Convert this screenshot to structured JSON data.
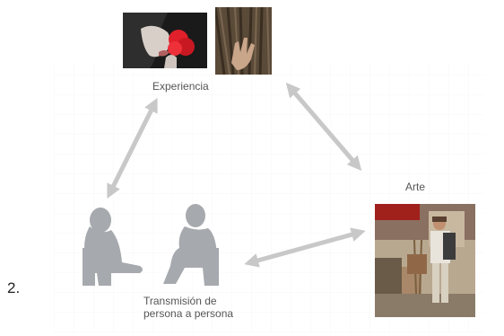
{
  "slide_number": "2.",
  "nodes": {
    "experiencia": {
      "label": "Experiencia"
    },
    "arte": {
      "label": "Arte"
    },
    "transmision": {
      "label_line1": "Transmisión de",
      "label_line2": "persona a persona"
    }
  },
  "colors": {
    "arrow": "#c8c8c8",
    "silhouette": "#a6a9ad",
    "label": "#555555"
  }
}
